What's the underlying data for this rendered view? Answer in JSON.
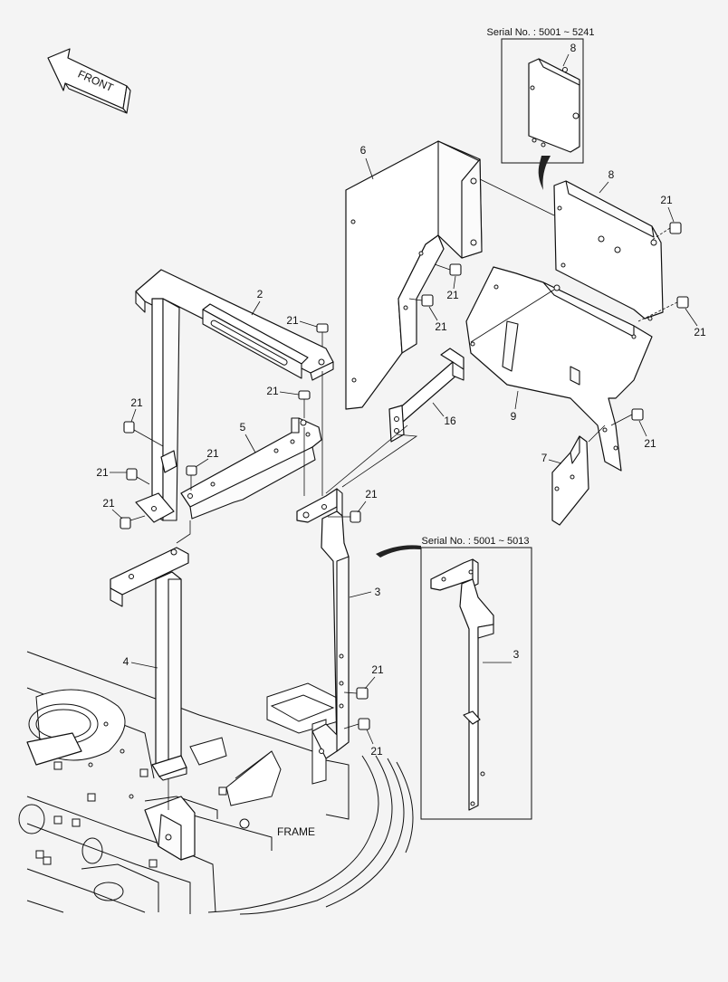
{
  "direction_label": "FRONT",
  "frame_label": "FRAME",
  "inset_top": {
    "serial_label": "Serial No. : 5001 ~ 5241",
    "part_number": "8"
  },
  "inset_bottom": {
    "serial_label": "Serial No. : 5001 ~ 5013",
    "part_number": "3"
  },
  "callouts": {
    "p2": "2",
    "p3": "3",
    "p4": "4",
    "p5": "5",
    "p6": "6",
    "p7": "7",
    "p8": "8",
    "p9": "9",
    "p16": "16",
    "p21": "21"
  }
}
